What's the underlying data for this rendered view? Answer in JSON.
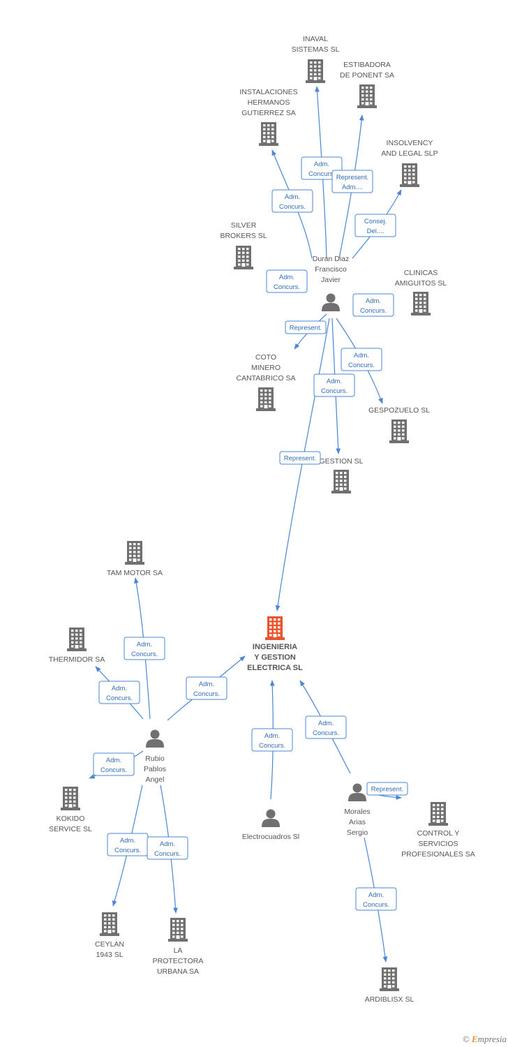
{
  "colors": {
    "edge": "#4a86d4",
    "company": "#707070",
    "center": "#e8542b",
    "person": "#707070"
  },
  "nodes": [
    {
      "id": "center",
      "type": "company-center",
      "label": [
        "INGENIERIA",
        "Y GESTION",
        "ELECTRICA SL"
      ]
    },
    {
      "id": "duran",
      "type": "person",
      "label": [
        "Duran Diaz",
        "Francisco",
        "Javier"
      ]
    },
    {
      "id": "rubio",
      "type": "person",
      "label": [
        "Rubio",
        "Pablos",
        "Angel"
      ]
    },
    {
      "id": "electro",
      "type": "person",
      "label": [
        "Electrocuadros Sl"
      ]
    },
    {
      "id": "morales",
      "type": "person",
      "label": [
        "Morales",
        "Arias",
        "Sergio"
      ]
    },
    {
      "id": "inaval",
      "type": "company",
      "label": [
        "INAVAL",
        "SISTEMAS SL"
      ]
    },
    {
      "id": "estibadora",
      "type": "company",
      "label": [
        "ESTIBADORA",
        "DE PONENT SA"
      ]
    },
    {
      "id": "instalaciones",
      "type": "company",
      "label": [
        "INSTALACIONES",
        "HERMANOS",
        "GUTIERREZ SA"
      ]
    },
    {
      "id": "insolvency",
      "type": "company",
      "label": [
        "INSOLVENCY",
        "AND LEGAL SLP"
      ]
    },
    {
      "id": "silver",
      "type": "company",
      "label": [
        "SILVER",
        "BROKERS SL"
      ]
    },
    {
      "id": "clinicas",
      "type": "company",
      "label": [
        "CLINICAS",
        "AMIGUITOS SL"
      ]
    },
    {
      "id": "coto",
      "type": "company",
      "label": [
        "COTO",
        "MINERO",
        "CANTABRICO SA"
      ]
    },
    {
      "id": "gespozuelo",
      "type": "company",
      "label": [
        "GESPOZUELO SL"
      ]
    },
    {
      "id": "gestion",
      "type": "company",
      "label": [
        "GESTION SL"
      ]
    },
    {
      "id": "tam",
      "type": "company",
      "label": [
        "TAM MOTOR SA"
      ]
    },
    {
      "id": "thermidor",
      "type": "company",
      "label": [
        "THERMIDOR SA"
      ]
    },
    {
      "id": "kokido",
      "type": "company",
      "label": [
        "KOKIDO",
        "SERVICE SL"
      ]
    },
    {
      "id": "ceylan",
      "type": "company",
      "label": [
        "CEYLAN",
        "1943 SL"
      ]
    },
    {
      "id": "protectora",
      "type": "company",
      "label": [
        "LA",
        "PROTECTORA",
        "URBANA SA"
      ]
    },
    {
      "id": "control",
      "type": "company",
      "label": [
        "CONTROL Y",
        "SERVICIOS",
        "PROFESIONALES SA"
      ]
    },
    {
      "id": "ardiblisx",
      "type": "company",
      "label": [
        "ARDIBLISX SL"
      ]
    }
  ],
  "edges": [
    {
      "label": [
        "Adm.",
        "Concurs."
      ],
      "from": "duran",
      "to": "inaval"
    },
    {
      "label": [
        "Represent.",
        "Adm...."
      ],
      "from": "duran",
      "to": "estibadora"
    },
    {
      "label": [
        "Adm.",
        "Concurs."
      ],
      "from": "duran",
      "to": "instalaciones"
    },
    {
      "label": [
        "Consej.",
        "Del...."
      ],
      "from": "duran",
      "to": "insolvency"
    },
    {
      "label": [
        "Adm.",
        "Concurs."
      ],
      "from": "duran",
      "to": "silver"
    },
    {
      "label": [
        "Adm.",
        "Concurs."
      ],
      "from": "duran",
      "to": "clinicas"
    },
    {
      "label": [
        "Represent."
      ],
      "from": "duran",
      "to": "coto"
    },
    {
      "label": [
        "Adm.",
        "Concurs."
      ],
      "from": "duran",
      "to": "gespozuelo"
    },
    {
      "label": [
        "Adm.",
        "Concurs."
      ],
      "from": "duran",
      "to": "gestion"
    },
    {
      "label": [
        "Represent."
      ],
      "from": "duran",
      "to": "center"
    },
    {
      "label": [
        "Adm.",
        "Concurs."
      ],
      "from": "rubio",
      "to": "tam"
    },
    {
      "label": [
        "Adm.",
        "Concurs."
      ],
      "from": "rubio",
      "to": "thermidor"
    },
    {
      "label": [
        "Adm.",
        "Concurs."
      ],
      "from": "rubio",
      "to": "center"
    },
    {
      "label": [
        "Adm.",
        "Concurs."
      ],
      "from": "rubio",
      "to": "kokido"
    },
    {
      "label": [
        "Adm.",
        "Concurs."
      ],
      "from": "rubio",
      "to": "ceylan"
    },
    {
      "label": [
        "Adm.",
        "Concurs."
      ],
      "from": "rubio",
      "to": "protectora"
    },
    {
      "label": [
        "Adm.",
        "Concurs."
      ],
      "from": "electro",
      "to": "center"
    },
    {
      "label": [
        "Adm.",
        "Concurs."
      ],
      "from": "morales",
      "to": "center"
    },
    {
      "label": [
        "Represent."
      ],
      "from": "morales",
      "to": "control"
    },
    {
      "label": [
        "Adm.",
        "Concurs."
      ],
      "from": "morales",
      "to": "ardiblisx"
    }
  ],
  "footer": {
    "copyright": "©",
    "brand_initial": "E",
    "brand_rest": "mpresia"
  }
}
